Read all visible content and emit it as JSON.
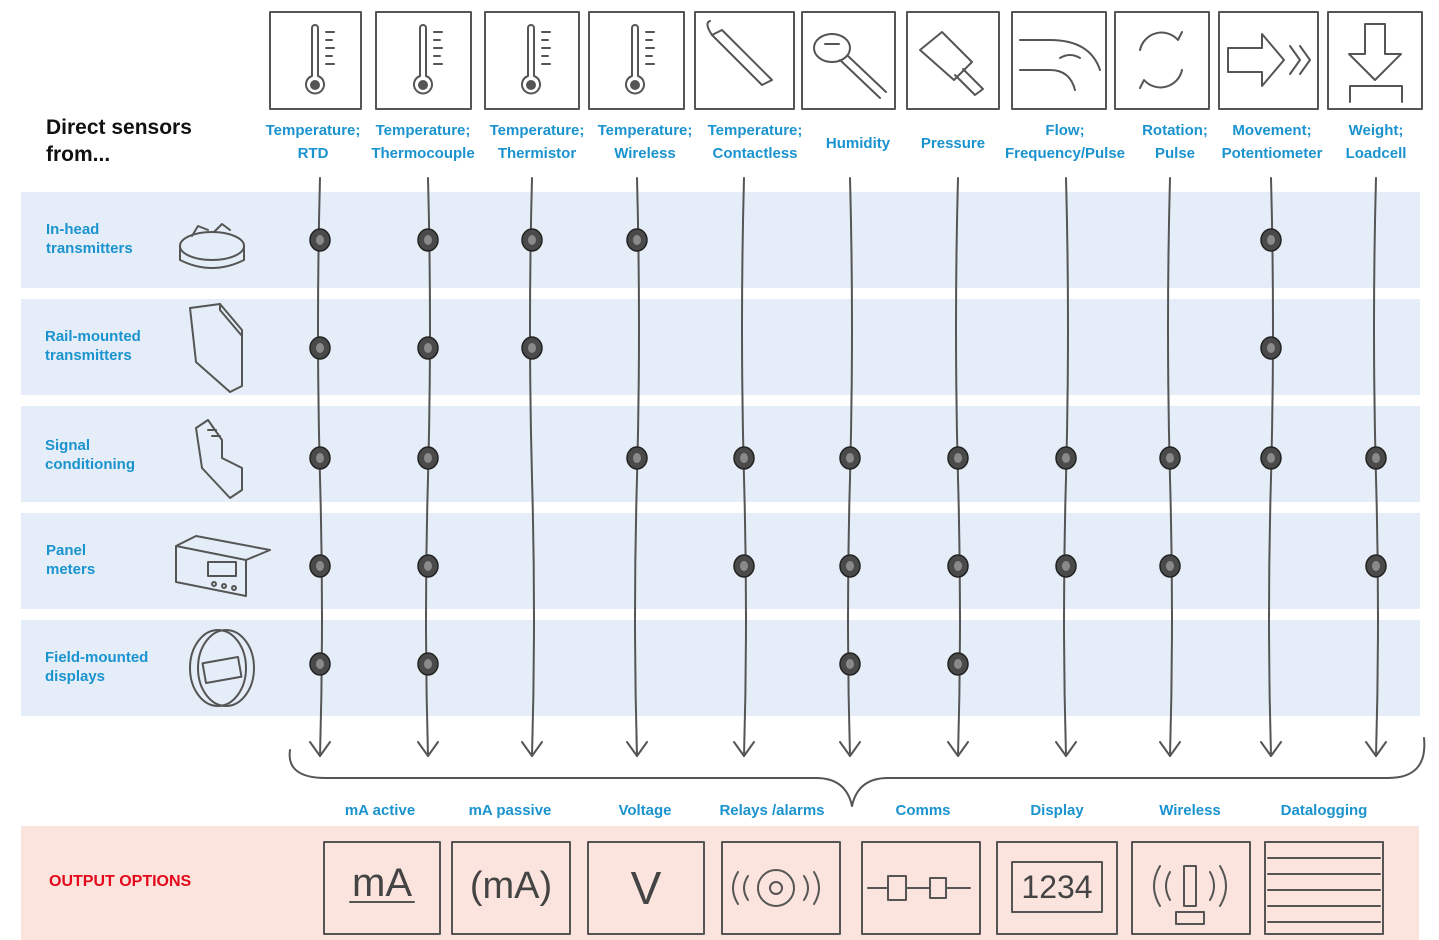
{
  "title": "Direct sensors from...",
  "columns": [
    {
      "line1": "Temperature;",
      "line2": "RTD",
      "icon": "thermometer-icon"
    },
    {
      "line1": "Temperature;",
      "line2": "Thermocouple",
      "icon": "thermometer-icon"
    },
    {
      "line1": "Temperature;",
      "line2": "Thermistor",
      "icon": "thermometer-icon"
    },
    {
      "line1": "Temperature;",
      "line2": "Wireless",
      "icon": "thermometer-icon"
    },
    {
      "line1": "Temperature;",
      "line2": "Contactless",
      "icon": "infrared-probe-icon"
    },
    {
      "line1": "Humidity",
      "line2": "",
      "icon": "humidity-probe-icon"
    },
    {
      "line1": "Pressure",
      "line2": "",
      "icon": "pressure-sensor-icon"
    },
    {
      "line1": "Flow;",
      "line2": "Frequency/Pulse",
      "icon": "flow-pipe-icon"
    },
    {
      "line1": "Rotation;",
      "line2": "Pulse",
      "icon": "rotation-arrows-icon"
    },
    {
      "line1": "Movement;",
      "line2": "Potentiometer",
      "icon": "movement-arrows-icon"
    },
    {
      "line1": "Weight;",
      "line2": "Loadcell",
      "icon": "loadcell-arrow-icon"
    }
  ],
  "rows": [
    {
      "line1": "In-head",
      "line2": "transmitters",
      "icon": "in-head-transmitter-icon",
      "dots": [
        1,
        1,
        1,
        1,
        0,
        0,
        0,
        0,
        0,
        1,
        0
      ]
    },
    {
      "line1": "Rail-mounted",
      "line2": "transmitters",
      "icon": "rail-transmitter-icon",
      "dots": [
        1,
        1,
        1,
        0,
        0,
        0,
        0,
        0,
        0,
        1,
        0
      ]
    },
    {
      "line1": "Signal",
      "line2": "conditioning",
      "icon": "signal-conditioner-icon",
      "dots": [
        1,
        1,
        0,
        1,
        1,
        1,
        1,
        1,
        1,
        1,
        1
      ]
    },
    {
      "line1": "Panel",
      "line2": "meters",
      "icon": "panel-meter-icon",
      "dots": [
        1,
        1,
        0,
        0,
        1,
        1,
        1,
        1,
        1,
        0,
        1
      ]
    },
    {
      "line1": "Field-mounted",
      "line2": "displays",
      "icon": "field-display-icon",
      "dots": [
        1,
        1,
        0,
        0,
        0,
        1,
        1,
        0,
        0,
        0,
        0
      ]
    }
  ],
  "outputs_title": "OUTPUT OPTIONS",
  "outputs": [
    {
      "label": "mA active",
      "icon_text": "mA",
      "icon": "ma-active-icon"
    },
    {
      "label": "mA passive",
      "icon_text": "(mA)",
      "icon": "ma-passive-icon"
    },
    {
      "label": "Voltage",
      "icon_text": "V",
      "icon": "voltage-icon"
    },
    {
      "label": "Relays /alarms",
      "icon_text": "",
      "icon": "relay-alarm-icon"
    },
    {
      "label": "Comms",
      "icon_text": "",
      "icon": "comms-icon"
    },
    {
      "label": "Display",
      "icon_text": "1234",
      "icon": "display-icon"
    },
    {
      "label": "Wireless",
      "icon_text": "",
      "icon": "wireless-icon"
    },
    {
      "label": "Datalogging",
      "icon_text": "",
      "icon": "datalogging-icon"
    }
  ],
  "colors": {
    "label_blue": "#1a93cf",
    "output_red": "#e3081a",
    "band_blue": "#e5eef8",
    "band_pink": "#fbe4de",
    "pencil": "#555555"
  }
}
